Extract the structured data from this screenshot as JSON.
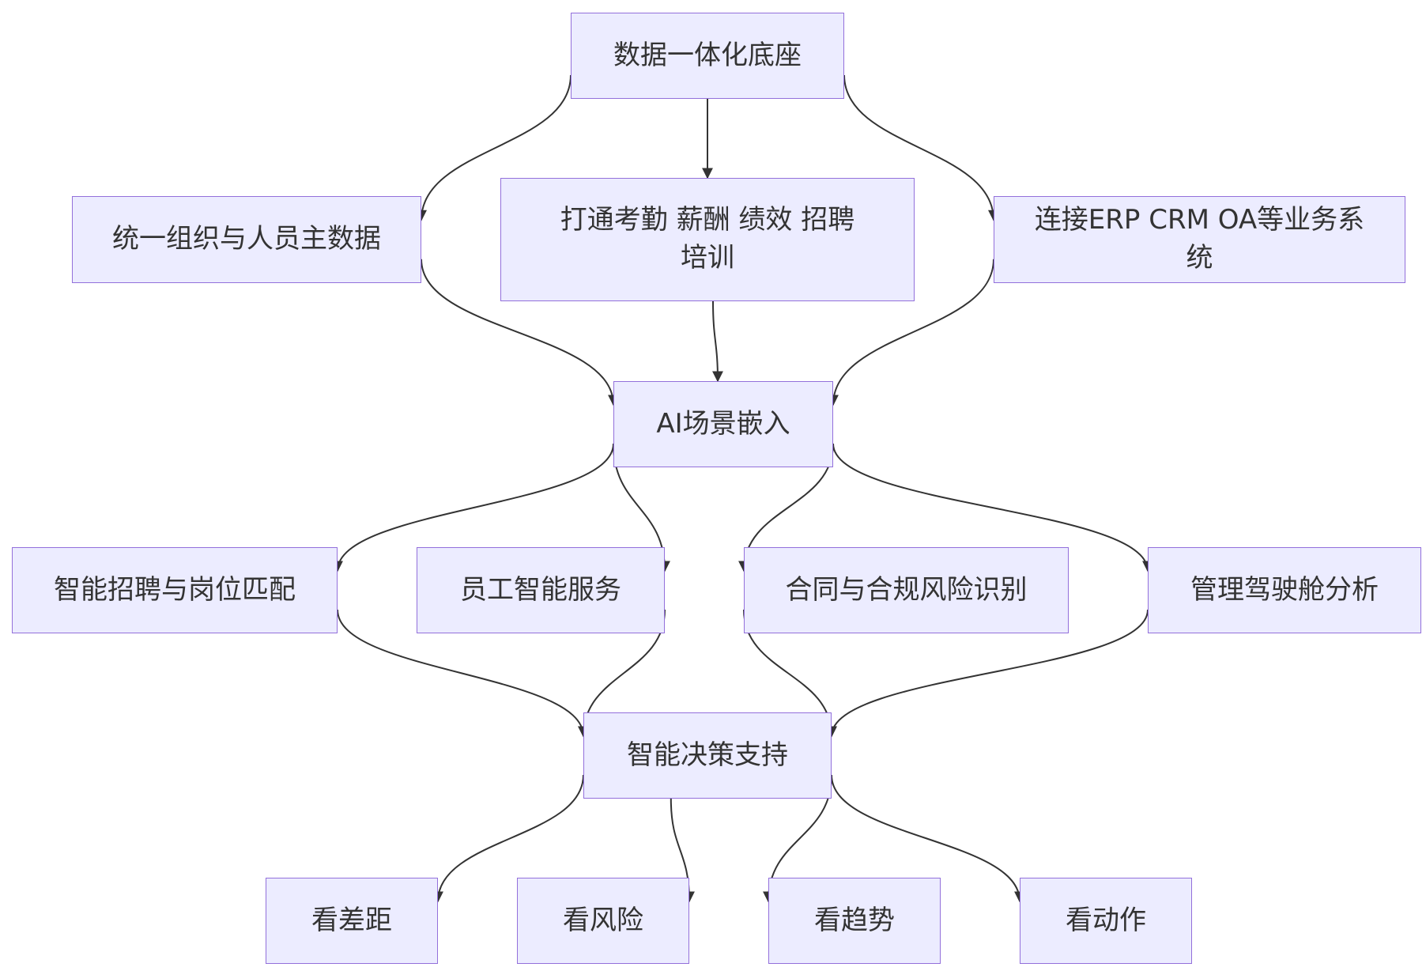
{
  "diagram": {
    "type": "flowchart",
    "nodes": [
      {
        "id": "base",
        "label": "数据一体化底座"
      },
      {
        "id": "master_data",
        "label": "统一组织与人员主数据"
      },
      {
        "id": "integrate_hr",
        "label": "打通考勤 薪酬 绩效 招聘 培训"
      },
      {
        "id": "connect_sys",
        "label": "连接ERP CRM OA等业务系统"
      },
      {
        "id": "ai_embed",
        "label": "AI场景嵌入"
      },
      {
        "id": "smart_recruit",
        "label": "智能招聘与岗位匹配"
      },
      {
        "id": "emp_service",
        "label": "员工智能服务"
      },
      {
        "id": "contract_risk",
        "label": "合同与合规风险识别"
      },
      {
        "id": "cockpit",
        "label": "管理驾驶舱分析"
      },
      {
        "id": "decision",
        "label": "智能决策支持"
      },
      {
        "id": "gap",
        "label": "看差距"
      },
      {
        "id": "risk",
        "label": "看风险"
      },
      {
        "id": "trend",
        "label": "看趋势"
      },
      {
        "id": "action",
        "label": "看动作"
      }
    ],
    "edges": [
      [
        "base",
        "master_data"
      ],
      [
        "base",
        "integrate_hr"
      ],
      [
        "base",
        "connect_sys"
      ],
      [
        "master_data",
        "ai_embed"
      ],
      [
        "integrate_hr",
        "ai_embed"
      ],
      [
        "connect_sys",
        "ai_embed"
      ],
      [
        "ai_embed",
        "smart_recruit"
      ],
      [
        "ai_embed",
        "emp_service"
      ],
      [
        "ai_embed",
        "contract_risk"
      ],
      [
        "ai_embed",
        "cockpit"
      ],
      [
        "smart_recruit",
        "decision"
      ],
      [
        "emp_service",
        "decision"
      ],
      [
        "contract_risk",
        "decision"
      ],
      [
        "cockpit",
        "decision"
      ],
      [
        "decision",
        "gap"
      ],
      [
        "decision",
        "risk"
      ],
      [
        "decision",
        "trend"
      ],
      [
        "decision",
        "action"
      ]
    ]
  },
  "colors": {
    "node_fill": "#ececff",
    "node_border": "#9370db",
    "text": "#333333",
    "edge": "#333333"
  }
}
